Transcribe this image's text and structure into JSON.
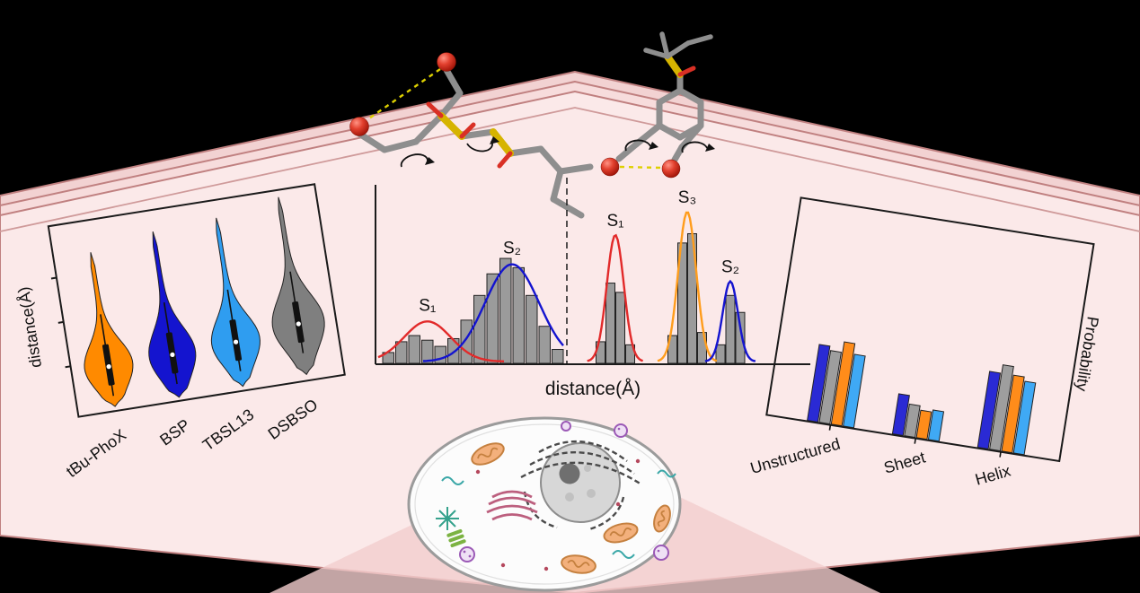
{
  "scene": {
    "background": "#000000",
    "panel": {
      "fill": "#fbe9e9",
      "edge": "#c08080",
      "layer_fills": [
        "#f2d2d2",
        "#f7dcdc"
      ],
      "stripe": "#cf9a9a",
      "fold_fill": "#f3cdcd"
    }
  },
  "molecule_colors": {
    "carbon": "#8e8e8e",
    "oxygen": "#d93025",
    "sulfur": "#d6b400",
    "distance_dash": "#ddd000",
    "arrow": "#111111"
  },
  "cell_colors": {
    "cytoplasm": "#fcfcfc",
    "membrane": "#9b9b9b",
    "nucleus": "#d7d7d7",
    "nucleolus": "#6f6f6f",
    "er": "#4a4a4a",
    "golgi": "#bc5f7e",
    "mitochondrion": "#f3b07c",
    "mitochondrion_edge": "#c5803f",
    "centrosome": "#35a28c",
    "lysosome": "#9b59b6",
    "algae": "#7cb342",
    "squiggle": "#3aa7a7",
    "dots": "#b5485d"
  },
  "chart_data": [
    {
      "type": "violin",
      "ylabel": "distance(Å)",
      "categories": [
        "tBu-PhoX",
        "BSP",
        "TBSL13",
        "DSBSO"
      ],
      "series": [
        {
          "label": "tBu-PhoX",
          "color": "#ff8a00",
          "top": 58,
          "bot": 232,
          "bulge": 186,
          "halfwidth": 27,
          "sigma": 26
        },
        {
          "label": "BSP",
          "color": "#1414cf",
          "top": 46,
          "bot": 233,
          "bulge": 184,
          "halfwidth": 26,
          "sigma": 28
        },
        {
          "label": "TBSL13",
          "color": "#2f9df0",
          "top": 42,
          "bot": 232,
          "bulge": 181,
          "halfwidth": 27,
          "sigma": 27
        },
        {
          "label": "DSBSO",
          "color": "#7f7f7f",
          "top": 30,
          "bot": 230,
          "bulge": 172,
          "halfwidth": 29,
          "sigma": 30
        }
      ]
    },
    {
      "type": "histogram",
      "xlabel": "distance(Å)",
      "bar_color": "#9b9b9b",
      "left": {
        "bars": [
          0.07,
          0.14,
          0.18,
          0.15,
          0.11,
          0.16,
          0.28,
          0.44,
          0.58,
          0.68,
          0.62,
          0.44,
          0.24,
          0.09
        ],
        "peaks": [
          {
            "label": "S₁",
            "color": "#e22a2a",
            "center_bar": 3,
            "amp": 0.26,
            "sigma": 26
          },
          {
            "label": "S₂",
            "color": "#1414cf",
            "center_bar": 9.5,
            "amp": 0.63,
            "sigma": 30
          }
        ]
      },
      "right": {
        "clusters": [
          {
            "label": "S₁",
            "color": "#e22a2a",
            "center": 283,
            "amp": 0.82,
            "sigma": 9.5,
            "bars": [
              0.14,
              0.52,
              0.46,
              0.12
            ]
          },
          {
            "label": "S₃",
            "color": "#ff9d1c",
            "center": 363,
            "amp": 0.97,
            "sigma": 10,
            "bars": [
              0.18,
              0.78,
              0.84,
              0.2
            ]
          },
          {
            "label": "S₂",
            "color": "#1414cf",
            "center": 411,
            "amp": 0.52,
            "sigma": 8.5,
            "bars": [
              0.12,
              0.44,
              0.33
            ]
          }
        ]
      }
    },
    {
      "type": "bar",
      "ylabel": "Probability",
      "categories": [
        "Unstructured",
        "Sheet",
        "Helix"
      ],
      "ylim": [
        0,
        1
      ],
      "series": [
        {
          "name": "blue",
          "color": "#2a2ad4",
          "values": [
            0.36,
            0.19,
            0.36
          ]
        },
        {
          "name": "gray",
          "color": "#9e9e9e",
          "values": [
            0.34,
            0.15,
            0.4
          ]
        },
        {
          "name": "orange",
          "color": "#ff8c1a",
          "values": [
            0.39,
            0.13,
            0.36
          ]
        },
        {
          "name": "light-blue",
          "color": "#3fa9f5",
          "values": [
            0.34,
            0.14,
            0.34
          ]
        }
      ]
    }
  ]
}
